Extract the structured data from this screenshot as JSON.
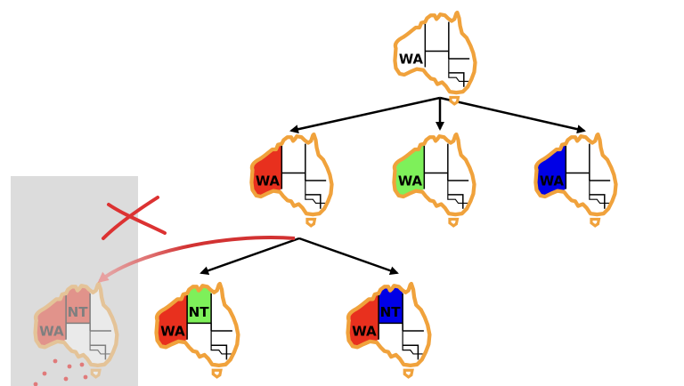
{
  "colors": {
    "outline": "#f0a23c",
    "red": "#e8301e",
    "green": "#7ef05a",
    "blue": "#0000e6",
    "arrow": "#000000",
    "fail_arrow": "#d23232",
    "cross": "#dc3232",
    "prune_panel": "#dcdcdc"
  },
  "tree": {
    "root": {
      "labels": [
        "WA"
      ],
      "wa_fill": "none",
      "nt_fill": "none"
    },
    "level1": [
      {
        "labels": [
          "WA"
        ],
        "wa_fill": "red"
      },
      {
        "labels": [
          "WA"
        ],
        "wa_fill": "green"
      },
      {
        "labels": [
          "WA"
        ],
        "wa_fill": "blue"
      }
    ],
    "level2": [
      {
        "labels": [
          "WA",
          "NT"
        ],
        "wa_fill": "red",
        "nt_fill": "green"
      },
      {
        "labels": [
          "WA",
          "NT"
        ],
        "wa_fill": "red",
        "nt_fill": "blue"
      }
    ],
    "pruned": {
      "labels": [
        "WA",
        "NT"
      ],
      "wa_fill": "red",
      "nt_fill": "red"
    }
  }
}
